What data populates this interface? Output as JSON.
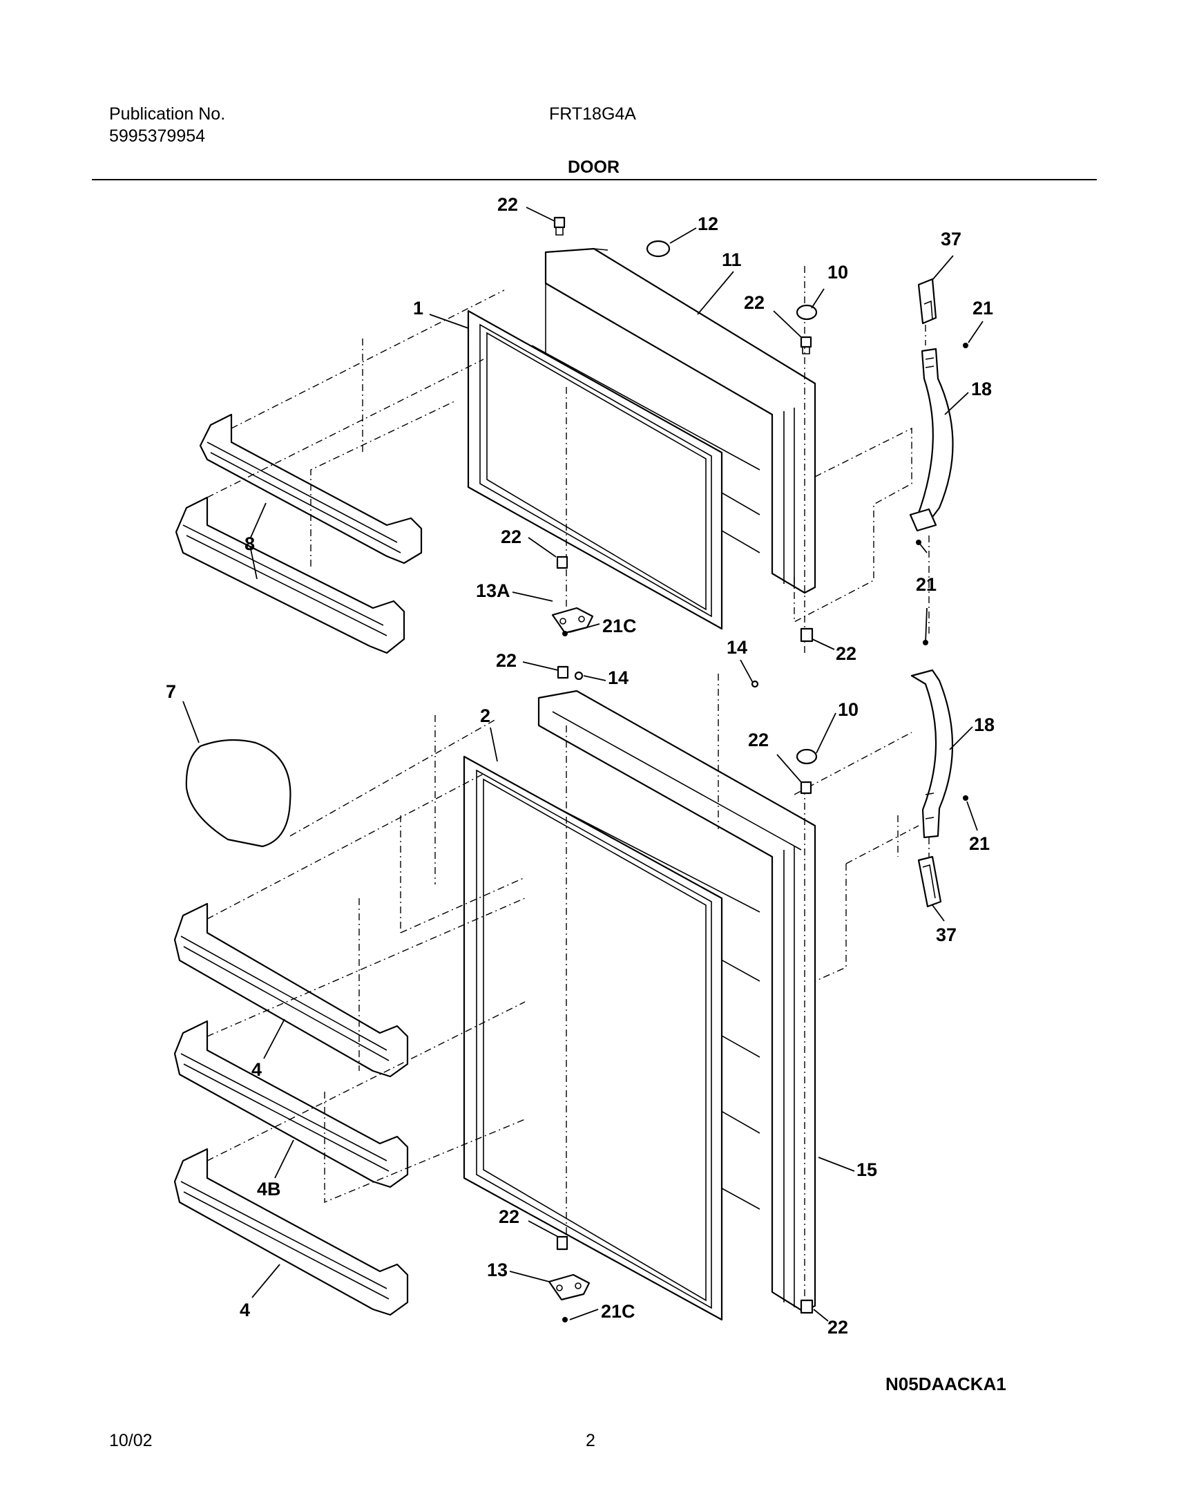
{
  "header": {
    "publication_label": "Publication No.",
    "publication_number": "5995379954",
    "model": "FRT18G4A",
    "section_title": "DOOR"
  },
  "footer": {
    "date": "10/02",
    "page_number": "2",
    "diagram_code": "N05DAACKA1"
  },
  "callouts": [
    {
      "id": "c-22-top",
      "text": "22"
    },
    {
      "id": "c-12",
      "text": "12"
    },
    {
      "id": "c-11",
      "text": "11"
    },
    {
      "id": "c-10-upper",
      "text": "10"
    },
    {
      "id": "c-22-upper-right",
      "text": "22"
    },
    {
      "id": "c-37-top",
      "text": "37"
    },
    {
      "id": "c-21-top",
      "text": "21"
    },
    {
      "id": "c-1",
      "text": "1"
    },
    {
      "id": "c-18-upper",
      "text": "18"
    },
    {
      "id": "c-8",
      "text": "8"
    },
    {
      "id": "c-22-mid-left",
      "text": "22"
    },
    {
      "id": "c-13A",
      "text": "13A"
    },
    {
      "id": "c-21C-upper",
      "text": "21C"
    },
    {
      "id": "c-21-mid",
      "text": "21"
    },
    {
      "id": "c-14-right",
      "text": "14"
    },
    {
      "id": "c-22-upper-bottom",
      "text": "22"
    },
    {
      "id": "c-22-lower-top",
      "text": "22"
    },
    {
      "id": "c-14-left",
      "text": "14"
    },
    {
      "id": "c-7",
      "text": "7"
    },
    {
      "id": "c-2",
      "text": "2"
    },
    {
      "id": "c-10-lower",
      "text": "10"
    },
    {
      "id": "c-22-lower-right",
      "text": "22"
    },
    {
      "id": "c-18-lower",
      "text": "18"
    },
    {
      "id": "c-21-lower",
      "text": "21"
    },
    {
      "id": "c-37-bottom",
      "text": "37"
    },
    {
      "id": "c-4-upper",
      "text": "4"
    },
    {
      "id": "c-4B",
      "text": "4B"
    },
    {
      "id": "c-15",
      "text": "15"
    },
    {
      "id": "c-22-bottom-left",
      "text": "22"
    },
    {
      "id": "c-13",
      "text": "13"
    },
    {
      "id": "c-21C-lower",
      "text": "21C"
    },
    {
      "id": "c-4-lower",
      "text": "4"
    },
    {
      "id": "c-22-bottom-right",
      "text": "22"
    }
  ]
}
